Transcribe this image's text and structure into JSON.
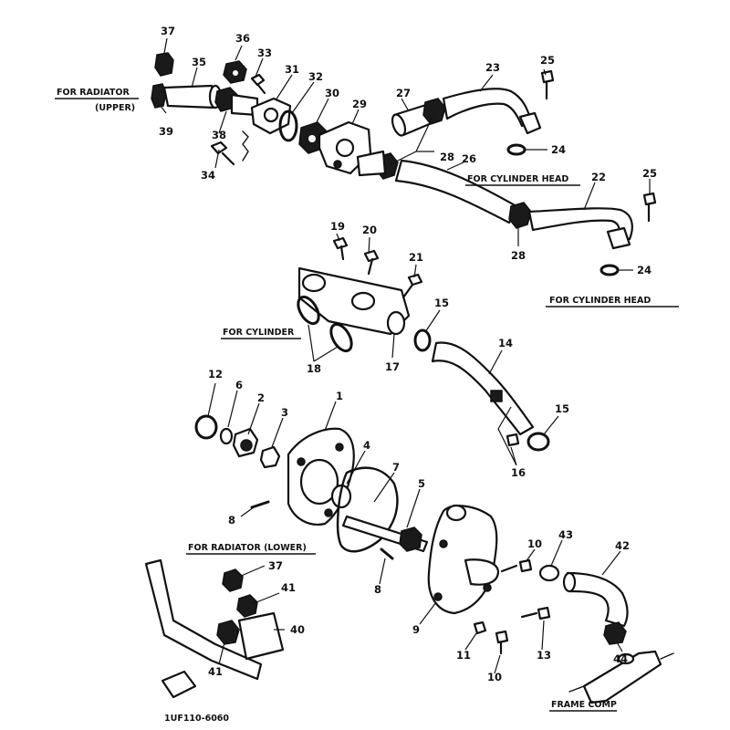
{
  "diagram": {
    "figure_code": "1UF110-6060",
    "captions": {
      "for_radiator_upper": "FOR RADIATOR",
      "upper": "(UPPER)",
      "for_cylinder_head_1": "FOR CYLINDER HEAD",
      "for_cylinder_head_2": "FOR CYLINDER HEAD",
      "for_cylinder": "FOR CYLINDER",
      "for_radiator_lower": "FOR RADIATOR (LOWER)",
      "frame_comp": "FRAME COMP"
    },
    "callouts": [
      {
        "id": "c1",
        "text": "1"
      },
      {
        "id": "c2",
        "text": "2"
      },
      {
        "id": "c3",
        "text": "3"
      },
      {
        "id": "c4",
        "text": "4"
      },
      {
        "id": "c5",
        "text": "5"
      },
      {
        "id": "c6",
        "text": "6"
      },
      {
        "id": "c7",
        "text": "7"
      },
      {
        "id": "c8a",
        "text": "8"
      },
      {
        "id": "c8b",
        "text": "8"
      },
      {
        "id": "c9",
        "text": "9"
      },
      {
        "id": "c10a",
        "text": "10"
      },
      {
        "id": "c10b",
        "text": "10"
      },
      {
        "id": "c11",
        "text": "11"
      },
      {
        "id": "c12",
        "text": "12"
      },
      {
        "id": "c13",
        "text": "13"
      },
      {
        "id": "c14",
        "text": "14"
      },
      {
        "id": "c15a",
        "text": "15"
      },
      {
        "id": "c15b",
        "text": "15"
      },
      {
        "id": "c16",
        "text": "16"
      },
      {
        "id": "c17",
        "text": "17"
      },
      {
        "id": "c18",
        "text": "18"
      },
      {
        "id": "c19",
        "text": "19"
      },
      {
        "id": "c20",
        "text": "20"
      },
      {
        "id": "c21",
        "text": "21"
      },
      {
        "id": "c22",
        "text": "22"
      },
      {
        "id": "c23",
        "text": "23"
      },
      {
        "id": "c24a",
        "text": "24"
      },
      {
        "id": "c24b",
        "text": "24"
      },
      {
        "id": "c25a",
        "text": "25"
      },
      {
        "id": "c25b",
        "text": "25"
      },
      {
        "id": "c26",
        "text": "26"
      },
      {
        "id": "c27",
        "text": "27"
      },
      {
        "id": "c28a",
        "text": "28"
      },
      {
        "id": "c28b",
        "text": "28"
      },
      {
        "id": "c29",
        "text": "29"
      },
      {
        "id": "c30",
        "text": "30"
      },
      {
        "id": "c31",
        "text": "31"
      },
      {
        "id": "c32",
        "text": "32"
      },
      {
        "id": "c33",
        "text": "33"
      },
      {
        "id": "c34",
        "text": "34"
      },
      {
        "id": "c35",
        "text": "35"
      },
      {
        "id": "c36",
        "text": "36"
      },
      {
        "id": "c37a",
        "text": "37"
      },
      {
        "id": "c37b",
        "text": "37"
      },
      {
        "id": "c38",
        "text": "38"
      },
      {
        "id": "c39",
        "text": "39"
      },
      {
        "id": "c40",
        "text": "40"
      },
      {
        "id": "c41a",
        "text": "41"
      },
      {
        "id": "c41b",
        "text": "41"
      },
      {
        "id": "c42",
        "text": "42"
      },
      {
        "id": "c43",
        "text": "43"
      },
      {
        "id": "c44",
        "text": "44"
      }
    ]
  }
}
